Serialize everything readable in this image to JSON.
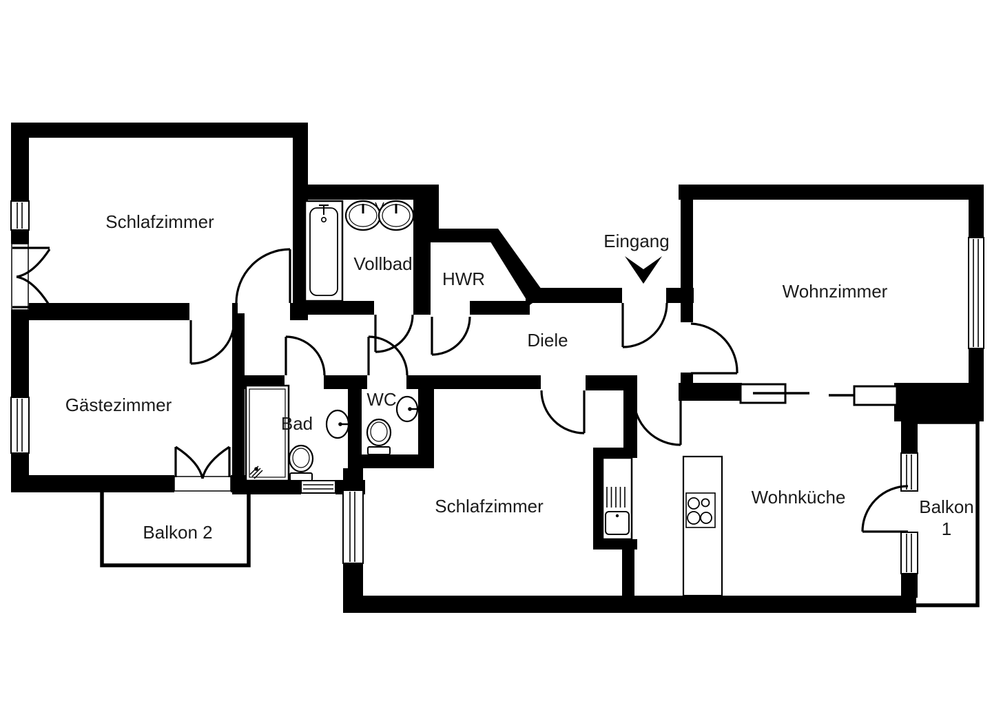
{
  "floorplan": {
    "labels": {
      "schlafzimmer_top": "Schlafzimmer",
      "gaestezimmer": "Gästezimmer",
      "balkon_2": "Balkon 2",
      "vollbad": "Vollbad",
      "hwr": "HWR",
      "eingang": "Eingang",
      "diele": "Diele",
      "wohnzimmer": "Wohnzimmer",
      "bad": "Bad",
      "wc": "WC",
      "schlafzimmer_bottom": "Schlafzimmer",
      "wohnkueche": "Wohnküche",
      "balkon_1_line1": "Balkon",
      "balkon_1_line2": "1"
    },
    "colors": {
      "walls": "#000000",
      "background": "#ffffff",
      "text": "#1b1b1b"
    }
  }
}
